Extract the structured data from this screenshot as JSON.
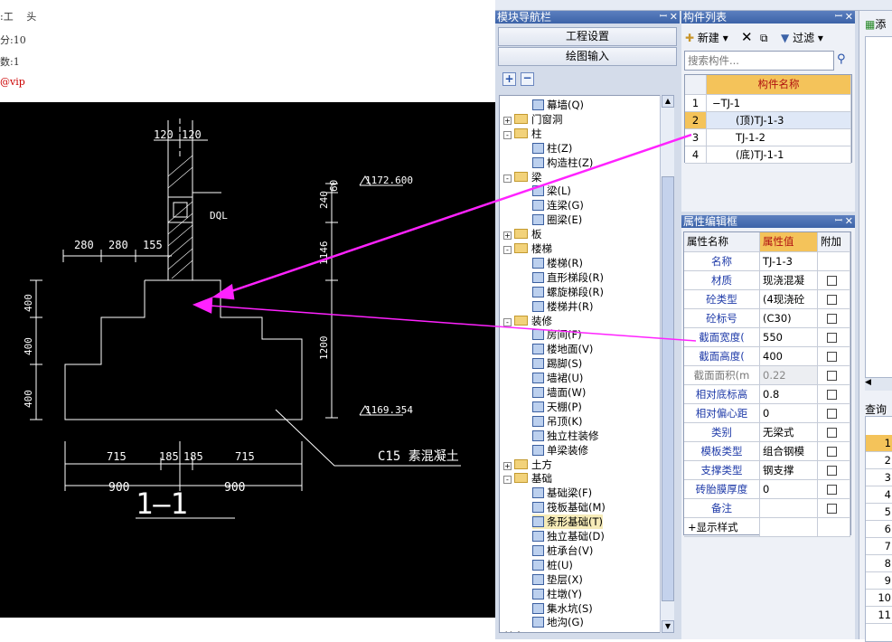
{
  "doc_header": {
    "line1": ":工　 头",
    "line2": "分:10",
    "line3": "数:1",
    "line4": "@vip"
  },
  "drawing": {
    "dim_top_left": "120",
    "dim_top_right": "120",
    "level_top": "1172.600",
    "dim_240": "240",
    "dim_60": "60",
    "dql": "DQL",
    "dim_280a": "280",
    "dim_280b": "280",
    "dim_155": "155",
    "dim_1146": "1146",
    "dim_1200": "1200",
    "dim_400a": "400",
    "dim_400b": "400",
    "dim_400c": "400",
    "level_bottom": "1169.354",
    "dim_715a": "715",
    "dim_185a": "185",
    "dim_185b": "185",
    "dim_715b": "715",
    "dim_900a": "900",
    "dim_900b": "900",
    "concrete_note": "C15 素混凝土",
    "section_label": "1—1"
  },
  "module_nav": {
    "title": "模块导航栏",
    "btn_project": "工程设置",
    "btn_drawing": "绘图输入",
    "items": [
      {
        "label": "幕墙(Q)",
        "level": 2
      },
      {
        "label": "门窗洞",
        "level": 1,
        "toggle": "+"
      },
      {
        "label": "柱",
        "level": 1,
        "toggle": "-"
      },
      {
        "label": "柱(Z)",
        "level": 2
      },
      {
        "label": "构造柱(Z)",
        "level": 2
      },
      {
        "label": "梁",
        "level": 1,
        "toggle": "-"
      },
      {
        "label": "梁(L)",
        "level": 2
      },
      {
        "label": "连梁(G)",
        "level": 2
      },
      {
        "label": "圈梁(E)",
        "level": 2
      },
      {
        "label": "板",
        "level": 1,
        "toggle": "+"
      },
      {
        "label": "楼梯",
        "level": 1,
        "toggle": "-"
      },
      {
        "label": "楼梯(R)",
        "level": 2
      },
      {
        "label": "直形梯段(R)",
        "level": 2
      },
      {
        "label": "螺旋梯段(R)",
        "level": 2
      },
      {
        "label": "楼梯井(R)",
        "level": 2
      },
      {
        "label": "装修",
        "level": 1,
        "toggle": "-"
      },
      {
        "label": "房间(F)",
        "level": 2
      },
      {
        "label": "楼地面(V)",
        "level": 2
      },
      {
        "label": "踢脚(S)",
        "level": 2
      },
      {
        "label": "墙裙(U)",
        "level": 2
      },
      {
        "label": "墙面(W)",
        "level": 2
      },
      {
        "label": "天棚(P)",
        "level": 2
      },
      {
        "label": "吊顶(K)",
        "level": 2
      },
      {
        "label": "独立柱装修",
        "level": 2
      },
      {
        "label": "单梁装修",
        "level": 2
      },
      {
        "label": "土方",
        "level": 1,
        "toggle": "+"
      },
      {
        "label": "基础",
        "level": 1,
        "toggle": "-"
      },
      {
        "label": "基础梁(F)",
        "level": 2
      },
      {
        "label": "筏板基础(M)",
        "level": 2
      },
      {
        "label": "条形基础(T)",
        "level": 2,
        "selected": true
      },
      {
        "label": "独立基础(D)",
        "level": 2
      },
      {
        "label": "桩承台(V)",
        "level": 2
      },
      {
        "label": "桩(U)",
        "level": 2
      },
      {
        "label": "垫层(X)",
        "level": 2
      },
      {
        "label": "柱墩(Y)",
        "level": 2
      },
      {
        "label": "集水坑(S)",
        "level": 2
      },
      {
        "label": "地沟(G)",
        "level": 2
      }
    ],
    "bottom_partial": "其它"
  },
  "component_list": {
    "title": "构件列表",
    "new_label": "新建",
    "filter_label": "过滤",
    "search_placeholder": "搜索构件...",
    "col_header": "构件名称",
    "rows": [
      {
        "num": "1",
        "name": "TJ-1"
      },
      {
        "num": "2",
        "name": "(顶)TJ-1-3",
        "selected": true
      },
      {
        "num": "3",
        "name": "TJ-1-2"
      },
      {
        "num": "4",
        "name": "(底)TJ-1-1"
      }
    ]
  },
  "property_editor": {
    "title": "属性编辑框",
    "col_name": "属性名称",
    "col_value": "属性值",
    "col_extra": "附加",
    "rows": [
      {
        "name": "名称",
        "value": "TJ-1-3",
        "check": false
      },
      {
        "name": "材质",
        "value": "现浇混凝",
        "check": true
      },
      {
        "name": "砼类型",
        "value": "(4现浇砼",
        "check": true
      },
      {
        "name": "砼标号",
        "value": "(C30)",
        "check": true
      },
      {
        "name": "截面宽度(",
        "value": "550",
        "check": true
      },
      {
        "name": "截面高度(",
        "value": "400",
        "check": true
      },
      {
        "name": "截面面积(m",
        "value": "0.22",
        "check": true,
        "disabled": true
      },
      {
        "name": "相对底标高",
        "value": "0.8",
        "check": true
      },
      {
        "name": "相对偏心距",
        "value": "0",
        "check": true
      },
      {
        "name": "类别",
        "value": "无梁式",
        "check": true
      },
      {
        "name": "模板类型",
        "value": "组合钢模",
        "check": true
      },
      {
        "name": "支撑类型",
        "value": "钢支撑",
        "check": true
      },
      {
        "name": "砖胎膜厚度",
        "value": "0",
        "check": true
      },
      {
        "name": "备注",
        "value": "",
        "check": true
      },
      {
        "name": "显示样式",
        "value": "",
        "check": false,
        "expand": "+"
      }
    ]
  },
  "right_edge": {
    "top_label": "添",
    "query_label": "查询",
    "numbers": [
      "1",
      "2",
      "3",
      "4",
      "5",
      "6",
      "7",
      "8",
      "9",
      "10",
      "11"
    ]
  },
  "colors": {
    "arrow": "#ff22ff",
    "header_orange": "#f4c35a",
    "selected_row": "#dfe8f7",
    "panel_title": "#3c63a8"
  }
}
